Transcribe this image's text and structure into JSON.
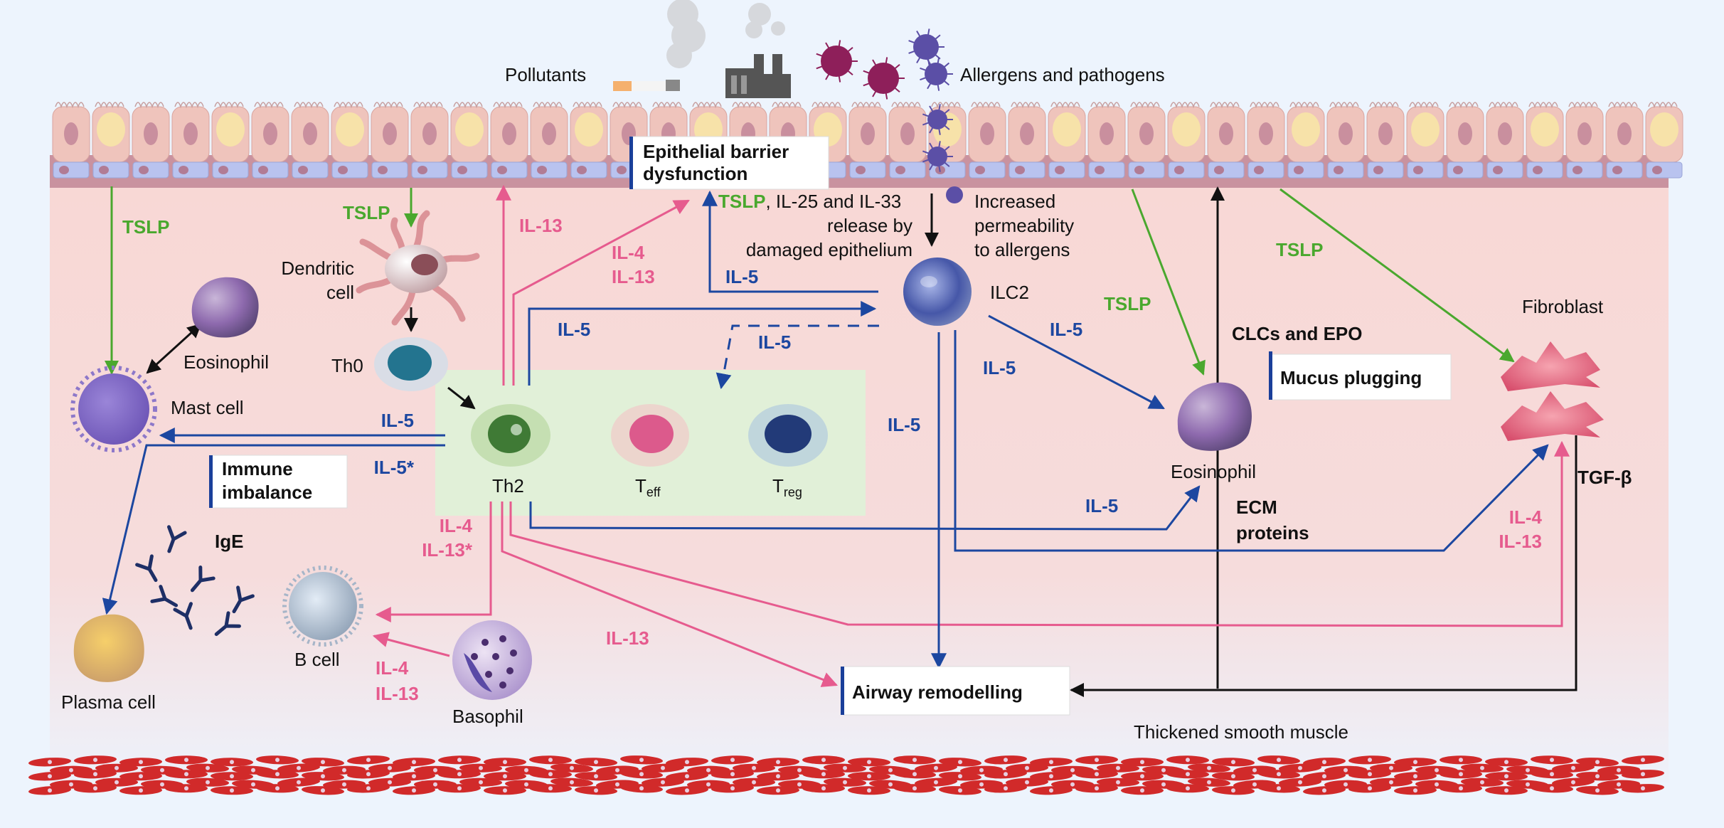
{
  "colors": {
    "background": "#edf4fd",
    "tissue": "#f8d9d6",
    "th_box": "#e1f0d8",
    "tslp_green": "#4aa82e",
    "il_pink": "#e65b8e",
    "il5_blue": "#1c47a0",
    "black_arrow": "#111111",
    "box_bar": "#1a3f9a",
    "smooth_muscle": "#d12a2a"
  },
  "top": {
    "pollutants": "Pollutants",
    "allergens": "Allergens and pathogens"
  },
  "boxes": {
    "epithelial_barrier": [
      "Epithelial barrier",
      "dysfunction"
    ],
    "immune_imbalance": [
      "Immune",
      "imbalance"
    ],
    "mucus_plugging": "Mucus plugging",
    "airway_remodelling": "Airway remodelling"
  },
  "cells": {
    "dendritic": [
      "Dendritic",
      "cell"
    ],
    "th0": "Th0",
    "th2": "Th2",
    "teff": {
      "main": "T",
      "sub": "eff"
    },
    "treg": {
      "main": "T",
      "sub": "reg"
    },
    "eosinophil_left": "Eosinophil",
    "mast_cell": "Mast cell",
    "plasma_cell": "Plasma cell",
    "ige": "IgE",
    "b_cell": "B cell",
    "basophil": "Basophil",
    "ilc2": "ILC2",
    "eosinophil_right": "Eosinophil",
    "fibroblast": "Fibroblast"
  },
  "annotations": {
    "alarmins_tslp": "TSLP",
    "alarmins_rest": ", IL-25 and IL-33",
    "alarmins_line2": "release by",
    "alarmins_line3": "damaged epithelium",
    "permeability": [
      "Increased",
      "permeability",
      "to allergens"
    ],
    "clcs_epo": "CLCs and EPO",
    "ecm": [
      "ECM",
      "proteins"
    ],
    "tgf": "TGF-β",
    "smooth_muscle": "Thickened smooth muscle"
  },
  "cytokines": {
    "tslp_left": "TSLP",
    "tslp_dc": "TSLP",
    "tslp_mid": "TSLP",
    "tslp_right": "TSLP",
    "il13_up": "IL-13",
    "il4_il13_diag": [
      "IL-4",
      "IL-13"
    ],
    "il5_top": "IL-5",
    "il5_th2": "IL-5",
    "il5_dashed": "IL-5",
    "il5_mast": "IL-5",
    "il5_star": "IL-5*",
    "il4_il13_star": [
      "IL-4",
      "IL-13*"
    ],
    "il4_il13_baso": [
      "IL-4",
      "IL-13"
    ],
    "il13_bottom": "IL-13",
    "il5_vertical": "IL-5",
    "il5_ilc2_eos": "IL-5",
    "il5_ilc2_b": "IL-5",
    "il5_eos_bottom": "IL-5",
    "il4_il13_fibro": [
      "IL-4",
      "IL-13"
    ]
  }
}
